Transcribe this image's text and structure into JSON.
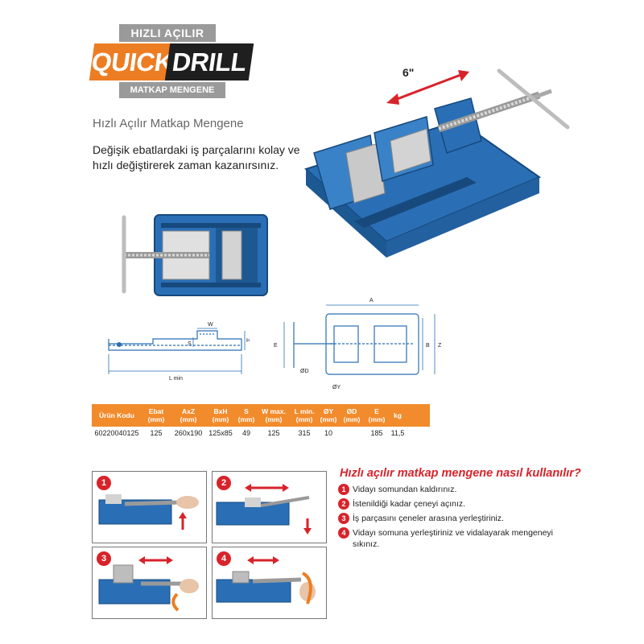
{
  "logo": {
    "top_text": "HIZLI AÇILIR",
    "word1": "QUICK",
    "word2": "DRILL",
    "bottom_text": "MATKAP MENGENE",
    "colors": {
      "orange": "#ed7d22",
      "dark": "#1f1f1f",
      "grey": "#9a9a9a"
    }
  },
  "subtitle": "Hızlı Açılır Matkap Mengene",
  "description": "Değişik ebatlardaki iş parçalarını kolay ve hızlı değiştirerek zaman kazanırsınız.",
  "photo_label": "6\"",
  "drawing_labels": {
    "W": "W",
    "S": "S",
    "H": "H",
    "Lmin": "L min",
    "A": "A",
    "B": "B",
    "Z": "Z",
    "E": "E",
    "OD": "ØD",
    "OY": "ØY"
  },
  "spec_table": {
    "headers": [
      [
        "Ürün Kodu"
      ],
      [
        "Ebat (mm)"
      ],
      [
        "AxZ",
        "(mm)"
      ],
      [
        "BxH",
        "(mm)"
      ],
      [
        "S",
        "(mm)"
      ],
      [
        "W max.",
        "(mm)"
      ],
      [
        "L min.",
        "(mm)"
      ],
      [
        "ØY",
        "(mm)"
      ],
      [
        "ØD",
        "(mm)"
      ],
      [
        "E",
        "(mm)"
      ],
      [
        "kg"
      ]
    ],
    "rows": [
      [
        "60220040125",
        "125",
        "260x190",
        "125x85",
        "49",
        "125",
        "315",
        "10",
        "",
        "185",
        "11,5"
      ]
    ],
    "header_color": "#f28b2b"
  },
  "howto": {
    "title": "Hızlı açılır matkap mengene nasıl kullanılır?",
    "steps": [
      {
        "num": "1",
        "text": "Vidayı somundan kaldırınız."
      },
      {
        "num": "2",
        "text": "İstenildiği kadar çeneyi açınız."
      },
      {
        "num": "3",
        "text": "İş parçasını çeneler arasına yerleştiriniz."
      },
      {
        "num": "4",
        "text": "Vidayı somuna yerleştiriniz ve vidalayarak mengeneyi sıkınız."
      }
    ]
  },
  "step_photos": [
    {
      "num": "1"
    },
    {
      "num": "2"
    },
    {
      "num": "3"
    },
    {
      "num": "4"
    }
  ],
  "colors": {
    "vise_blue": "#2a6fb5",
    "accent_red": "#d8232a"
  }
}
